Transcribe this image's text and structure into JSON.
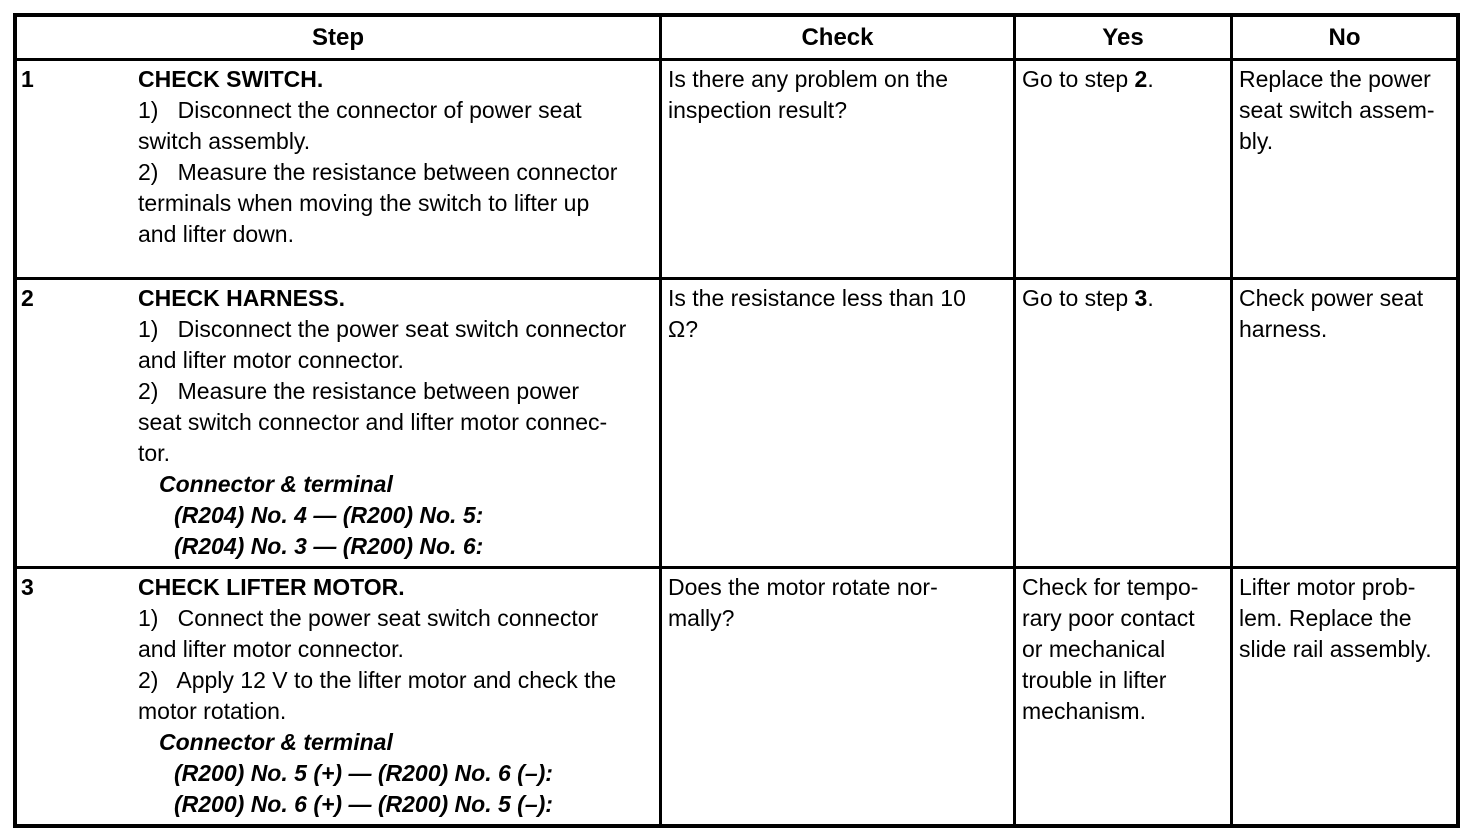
{
  "colors": {
    "background": "#ffffff",
    "border": "#000000",
    "text": "#000000"
  },
  "header": {
    "step": "Step",
    "check": "Check",
    "yes": "Yes",
    "no": "No"
  },
  "rows": [
    {
      "num": "1",
      "step": {
        "title": "CHECK SWITCH.",
        "body": "1)   Disconnect the connector of power seat\nswitch assembly.\n2)   Measure the resistance between connector\nterminals when moving the switch to lifter up\nand lifter down."
      },
      "check": "Is there any problem on the\ninspection result?",
      "yes": [
        {
          "text": "Go to step ",
          "bold": false
        },
        {
          "text": "2",
          "bold": true
        },
        {
          "text": ".",
          "bold": false
        }
      ],
      "no": "Replace the power\nseat switch assem-\nbly."
    },
    {
      "num": "2",
      "step": {
        "title": "CHECK HARNESS.",
        "body": "1)   Disconnect the power seat switch connector\nand lifter motor connector.\n2)   Measure the resistance between power\nseat switch connector and lifter motor connec-\ntor.",
        "connector_title": "Connector & terminal",
        "connector_lines": [
          "(R204) No. 4 — (R200) No. 5:",
          "(R204) No. 3 — (R200) No. 6:"
        ]
      },
      "check": "Is the resistance less than 10\nΩ?",
      "yes": [
        {
          "text": "Go to step ",
          "bold": false
        },
        {
          "text": "3",
          "bold": true
        },
        {
          "text": ".",
          "bold": false
        }
      ],
      "no": "Check power seat\nharness."
    },
    {
      "num": "3",
      "step": {
        "title": "CHECK LIFTER MOTOR.",
        "body": "1)   Connect the power seat switch connector\nand lifter motor connector.\n2)   Apply 12 V to the lifter motor and check the\nmotor rotation.",
        "connector_title": "Connector & terminal",
        "connector_lines": [
          "(R200) No. 5 (+) — (R200) No. 6 (–):",
          "(R200) No. 6 (+) — (R200) No. 5 (–):"
        ]
      },
      "check": "Does the motor rotate nor-\nmally?",
      "yes": [
        {
          "text": "Check for tempo-\nrary poor contact\nor mechanical\ntrouble in lifter\nmechanism.",
          "bold": false
        }
      ],
      "no": "Lifter motor prob-\nlem. Replace the\nslide rail assembly."
    }
  ]
}
